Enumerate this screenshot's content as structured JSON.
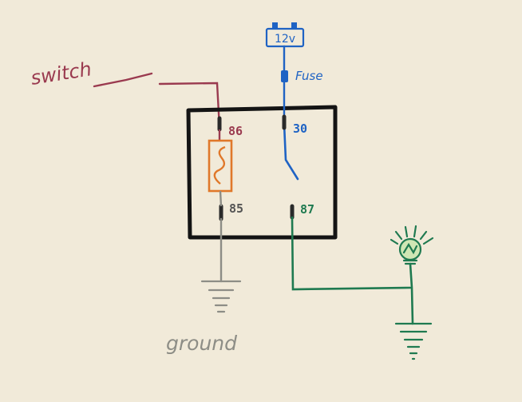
{
  "labels": {
    "switch": "switch",
    "battery": "12v",
    "fuse": "Fuse",
    "pin86": "86",
    "pin85": "85",
    "pin30": "30",
    "pin87": "87",
    "ground": "ground"
  },
  "colors": {
    "paper": "#f1ead9",
    "switch_wire": "#9a3a4f",
    "power_wire": "#1f63c4",
    "load_wire": "#1f7a50",
    "ground_wire": "#8d8d86",
    "coil": "#e0782a",
    "relay_box": "#141414",
    "pin_text": "#555555"
  },
  "icons": [
    "battery-icon",
    "fuse-icon",
    "coil-icon",
    "lamp-icon",
    "ground-icon"
  ]
}
